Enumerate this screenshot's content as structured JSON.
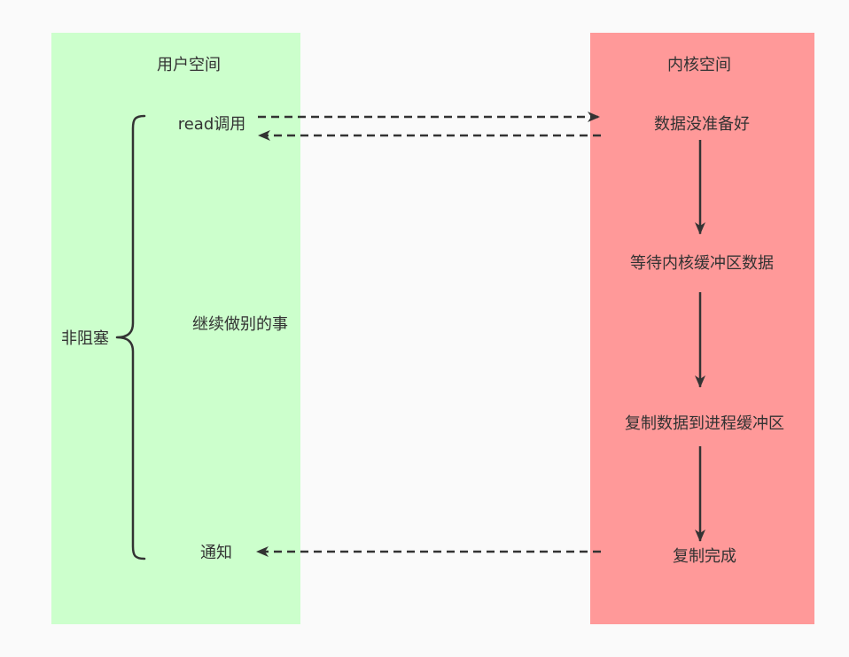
{
  "colors": {
    "background": "#fafafa",
    "user_space": "#ccffcc",
    "kernel_space": "#ff9999",
    "ink": "#333333"
  },
  "user_space": {
    "title": "用户空间",
    "brace_label": "非阻塞",
    "read_call": "read调用",
    "continue_work": "继续做别的事",
    "notify": "通知"
  },
  "kernel_space": {
    "title": "内核空间",
    "steps": [
      "数据没准备好",
      "等待内核缓冲区数据",
      "复制数据到进程缓冲区",
      "复制完成"
    ]
  }
}
